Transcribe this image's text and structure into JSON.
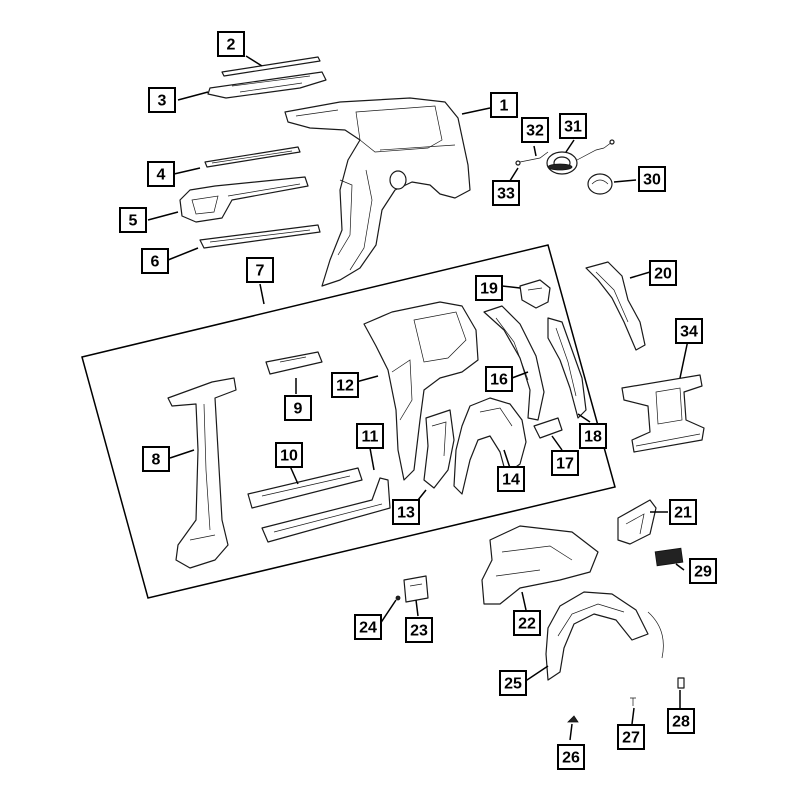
{
  "diagram": {
    "callouts": [
      {
        "id": "1",
        "label": "1"
      },
      {
        "id": "2",
        "label": "2"
      },
      {
        "id": "3",
        "label": "3"
      },
      {
        "id": "4",
        "label": "4"
      },
      {
        "id": "5",
        "label": "5"
      },
      {
        "id": "6",
        "label": "6"
      },
      {
        "id": "7",
        "label": "7"
      },
      {
        "id": "8",
        "label": "8"
      },
      {
        "id": "9",
        "label": "9"
      },
      {
        "id": "10",
        "label": "10"
      },
      {
        "id": "11",
        "label": "11"
      },
      {
        "id": "12",
        "label": "12"
      },
      {
        "id": "13",
        "label": "13"
      },
      {
        "id": "14",
        "label": "14"
      },
      {
        "id": "16",
        "label": "16"
      },
      {
        "id": "17",
        "label": "17"
      },
      {
        "id": "18",
        "label": "18"
      },
      {
        "id": "19",
        "label": "19"
      },
      {
        "id": "20",
        "label": "20"
      },
      {
        "id": "21",
        "label": "21"
      },
      {
        "id": "22",
        "label": "22"
      },
      {
        "id": "23",
        "label": "23"
      },
      {
        "id": "24",
        "label": "24"
      },
      {
        "id": "25",
        "label": "25"
      },
      {
        "id": "26",
        "label": "26"
      },
      {
        "id": "27",
        "label": "27"
      },
      {
        "id": "28",
        "label": "28"
      },
      {
        "id": "29",
        "label": "29"
      },
      {
        "id": "30",
        "label": "30"
      },
      {
        "id": "31",
        "label": "31"
      },
      {
        "id": "32",
        "label": "32"
      },
      {
        "id": "33",
        "label": "33"
      },
      {
        "id": "34",
        "label": "34"
      }
    ]
  }
}
